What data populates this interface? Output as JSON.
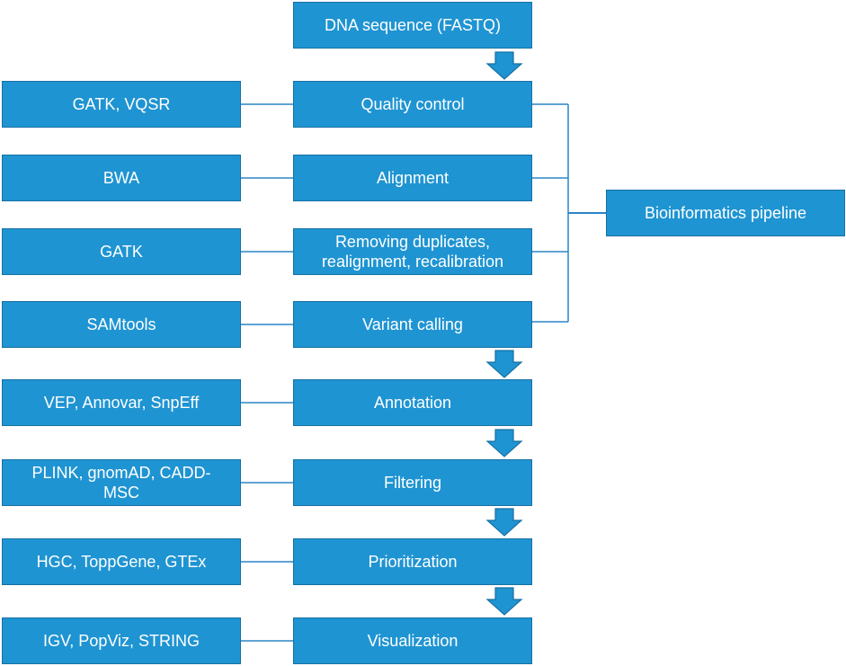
{
  "colors": {
    "box_fill": "#1f94d2",
    "box_border": "#1670a3",
    "line": "#2a85c7",
    "text": "#ffffff"
  },
  "input": "DNA sequence (FASTQ)",
  "pipeline_label": "Bioinformatics pipeline",
  "steps": [
    {
      "label": "Quality control",
      "tool": "GATK, VQSR"
    },
    {
      "label": "Alignment",
      "tool": "BWA"
    },
    {
      "label": "Removing duplicates,\nrealignment, recalibration",
      "tool": "GATK"
    },
    {
      "label": "Variant calling",
      "tool": "SAMtools"
    },
    {
      "label": "Annotation",
      "tool": "VEP, Annovar, SnpEff"
    },
    {
      "label": "Filtering",
      "tool": "PLINK, gnomAD, CADD-\nMSC"
    },
    {
      "label": "Prioritization",
      "tool": "HGC, ToppGene, GTEx"
    },
    {
      "label": "Visualization",
      "tool": "IGV, PopViz, STRING"
    }
  ]
}
